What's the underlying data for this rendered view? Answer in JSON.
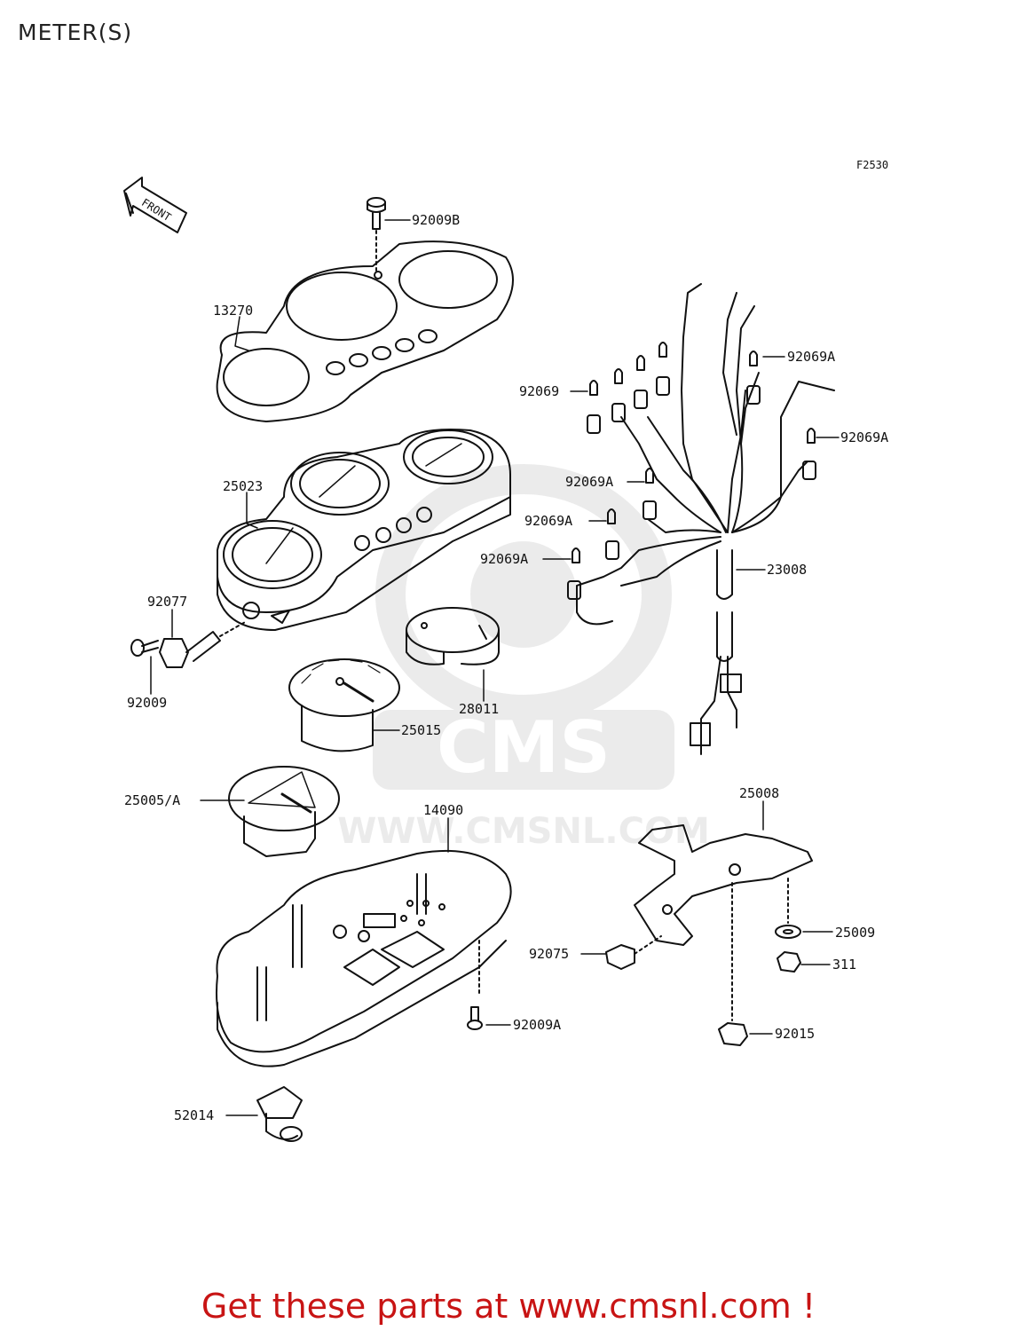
{
  "title": "METER(S)",
  "figure_code": "F2530",
  "front_label": "FRONT",
  "watermark": {
    "brand": "CMS",
    "url": "WWW.CMSNL.COM"
  },
  "parts": {
    "p92009B": "92009B",
    "p13270": "13270",
    "p25023": "25023",
    "p92077": "92077",
    "p92009": "92009",
    "p25015": "25015",
    "p28011": "28011",
    "p25005A": "25005/A",
    "p14090": "14090",
    "p52014": "52014",
    "p92009A": "92009A",
    "p92075": "92075",
    "p25008": "25008",
    "p25009": "25009",
    "p311": "311",
    "p92015": "92015",
    "p92069": "92069",
    "p92069A_1": "92069A",
    "p92069A_2": "92069A",
    "p92069A_3": "92069A",
    "p92069A_4": "92069A",
    "p92069A_5": "92069A",
    "p23008": "23008"
  },
  "footer": "Get these parts at www.cmsnl.com !",
  "colors": {
    "line": "#111111",
    "footer": "#c81414",
    "watermark": "#888888"
  }
}
